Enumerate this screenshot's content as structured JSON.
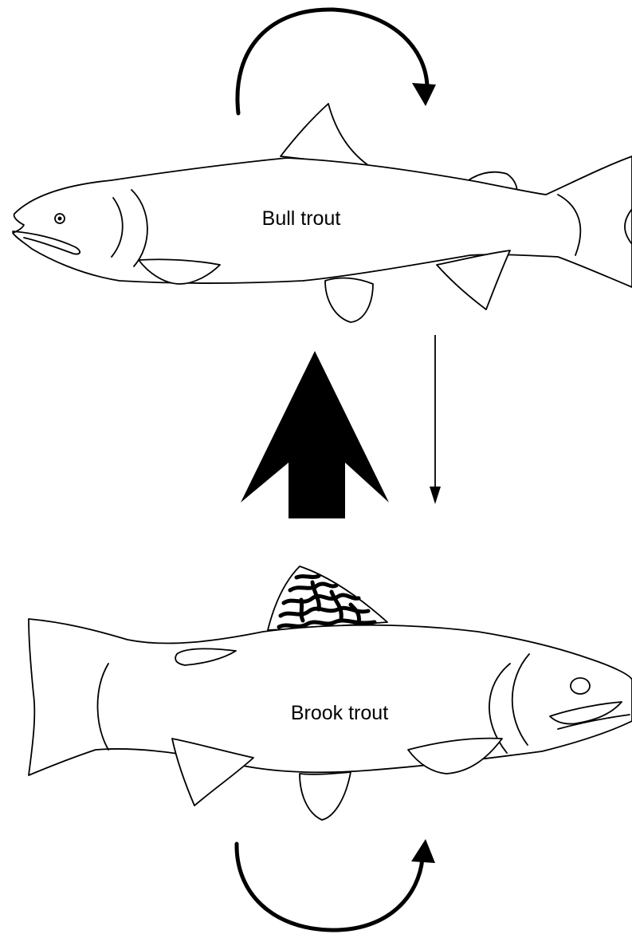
{
  "diagram": {
    "fish": [
      {
        "id": "bull-trout",
        "label": "Bull trout"
      },
      {
        "id": "brook-trout",
        "label": "Brook trout"
      }
    ],
    "arrows": [
      {
        "id": "bull-self-loop",
        "kind": "curved",
        "from": "bull-trout",
        "to": "bull-trout"
      },
      {
        "id": "brook-to-bull",
        "kind": "large-block",
        "from": "brook-trout",
        "to": "bull-trout"
      },
      {
        "id": "bull-to-brook",
        "kind": "thin",
        "from": "bull-trout",
        "to": "brook-trout"
      },
      {
        "id": "brook-self-loop",
        "kind": "curved",
        "from": "brook-trout",
        "to": "brook-trout"
      }
    ],
    "colors": {
      "ink": "#000000",
      "paper": "#ffffff"
    }
  }
}
